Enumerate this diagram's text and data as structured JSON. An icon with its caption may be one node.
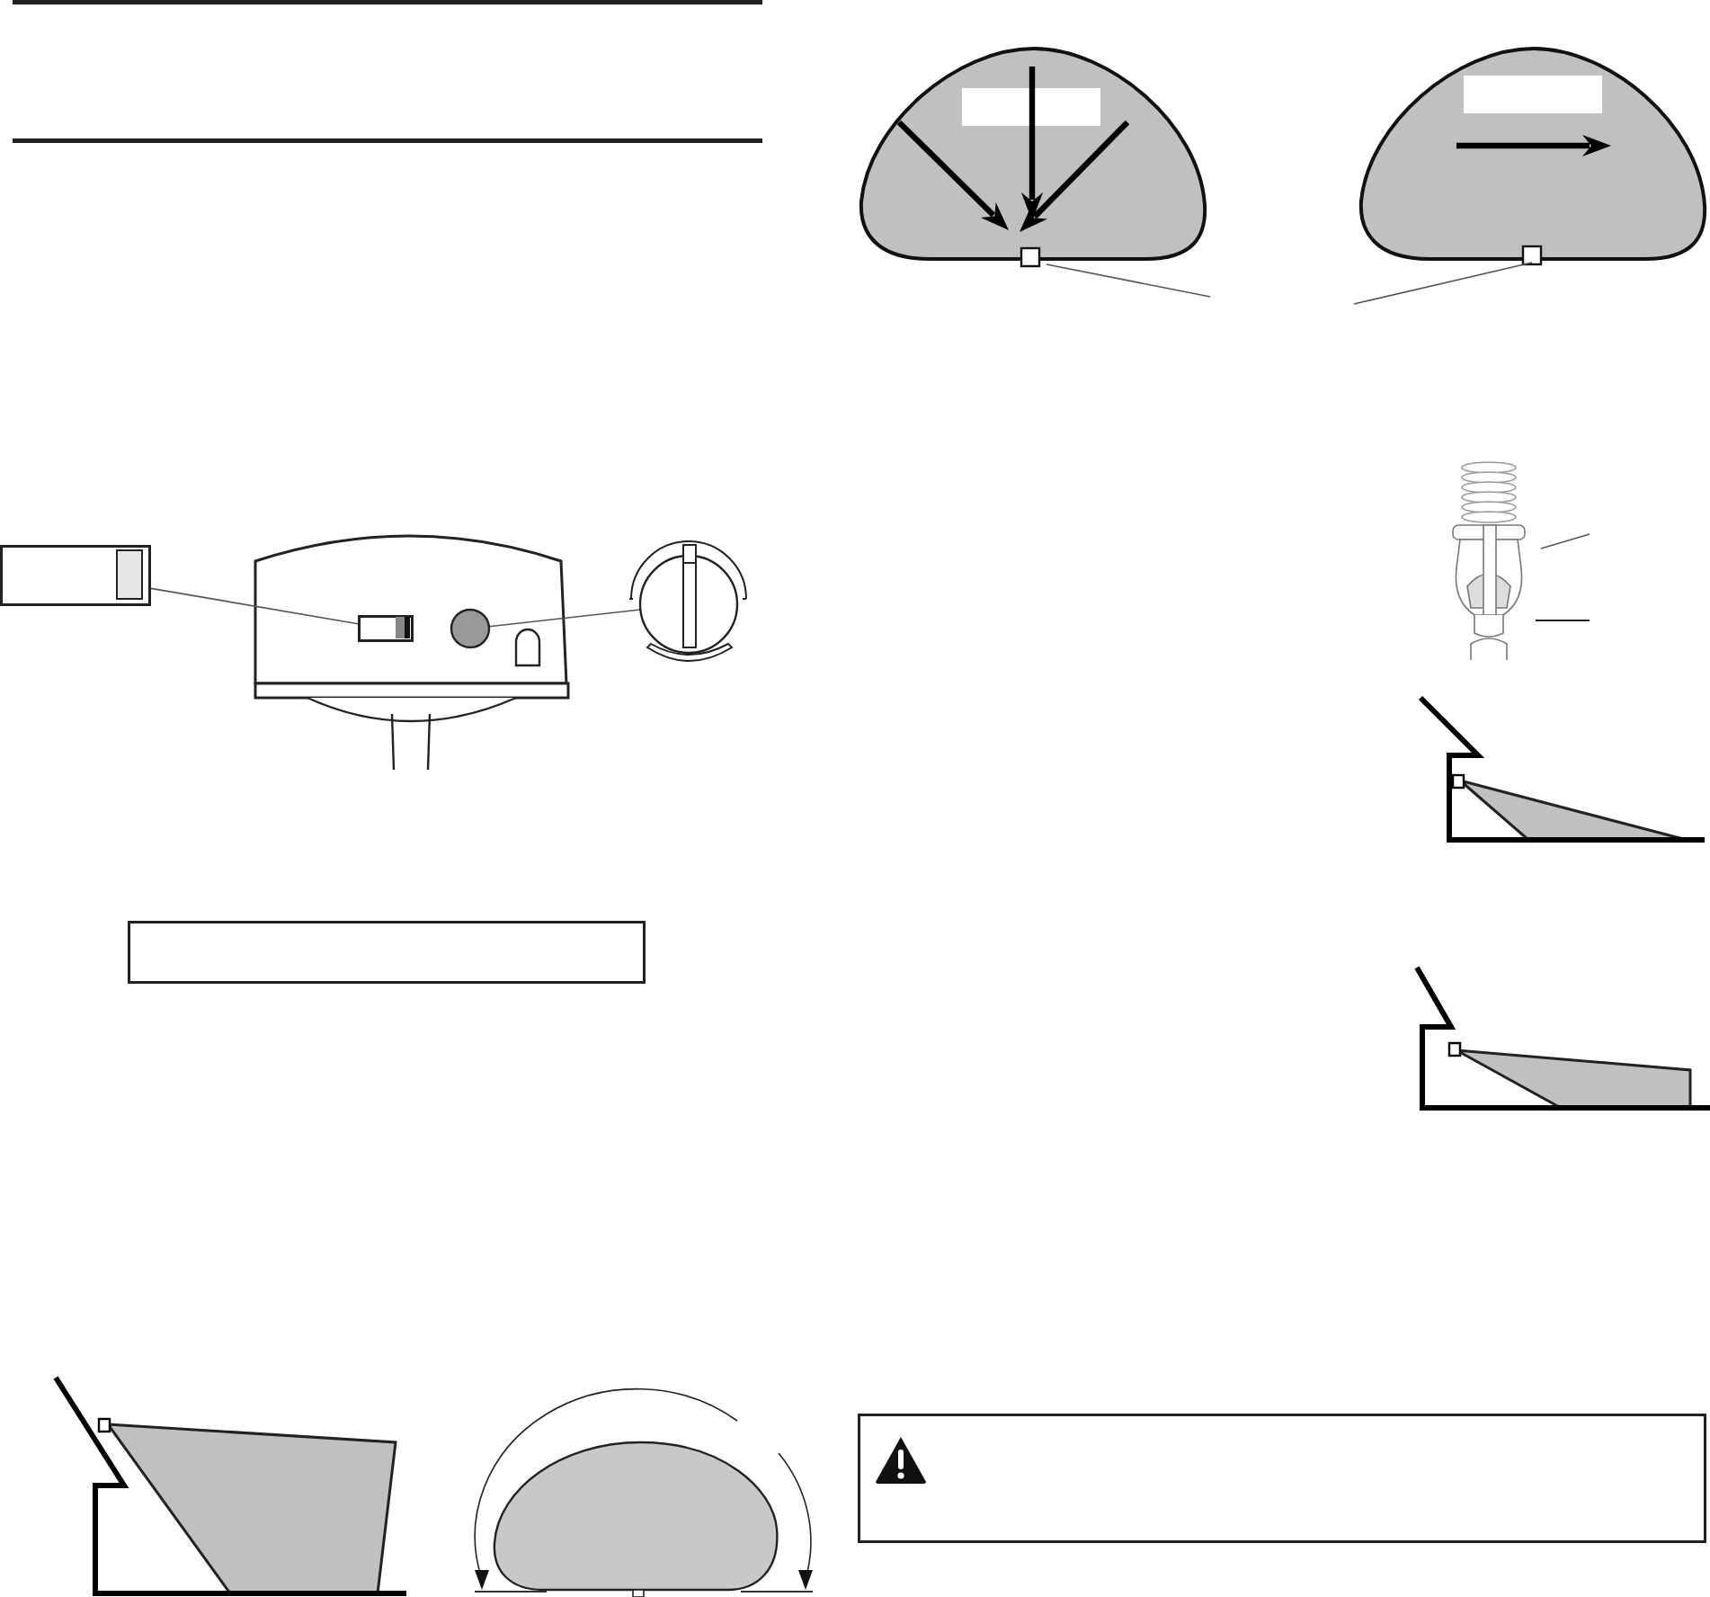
{
  "diagram": {
    "nodes": [
      {
        "text": [],
        "shape": "box"
      },
      {
        "text": [],
        "shape": "box"
      },
      {
        "text": [],
        "shape": "circle"
      },
      {
        "text": [],
        "shape": "circle"
      },
      {
        "text": [],
        "shape": "box"
      },
      {
        "text": [],
        "shape": "box"
      }
    ],
    "edges": [
      {
        "from": 0,
        "to": 1,
        "arrow": "none"
      },
      {
        "from": 2,
        "to": 3,
        "arrow": "none"
      }
    ]
  }
}
